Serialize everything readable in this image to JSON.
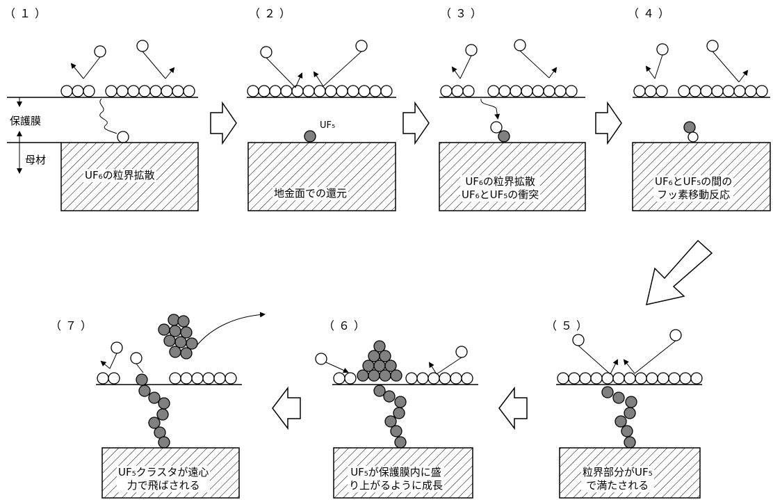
{
  "steps": [
    {
      "label": "（１）",
      "caption_lines": [
        "UF₆の粒界拡散"
      ]
    },
    {
      "label": "（２）",
      "caption_lines": [
        "地金面での還元"
      ],
      "marker": "UF₅"
    },
    {
      "label": "（３）",
      "caption_lines": [
        "UF₆の粒界拡散",
        "UF₆とUF₅の衝突"
      ]
    },
    {
      "label": "（４）",
      "caption_lines": [
        "UF₆とUF₅の間の",
        "フッ素移動反応"
      ]
    },
    {
      "label": "（５）",
      "caption_lines": [
        "粒界部分がUF₅",
        "で満たされる"
      ]
    },
    {
      "label": "（６）",
      "caption_lines": [
        "UF₅が保護膜内に盛",
        "り上がるように成長"
      ]
    },
    {
      "label": "（７）",
      "caption_lines": [
        "UF₅クラスタが遠心",
        "力で飛ばされる"
      ]
    }
  ],
  "legend": {
    "protective_film": "保護膜",
    "base_material": "母材"
  },
  "colors": {
    "line": "#000000",
    "particle_open": "#ffffff",
    "particle_filled": "#808080",
    "hatch": "#000000"
  }
}
